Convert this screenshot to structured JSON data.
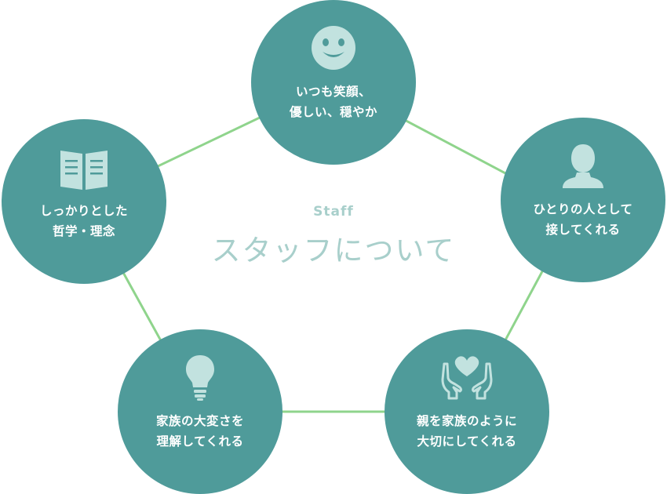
{
  "colors": {
    "node_fill": "#4f9b9a",
    "ring_stroke": "#8fd48c",
    "icon_fill": "#c2e2df",
    "center_text": "#a8cfcb",
    "label_text": "#ffffff"
  },
  "center": {
    "subtitle": "Staff",
    "title": "スタッフについて"
  },
  "nodes": [
    {
      "icon": "smile-face-icon",
      "lines": [
        "いつも笑顔、",
        "優しい、穏やか"
      ]
    },
    {
      "icon": "person-icon",
      "lines": [
        "ひとりの人として",
        "接してくれる"
      ]
    },
    {
      "icon": "hands-heart-icon",
      "lines": [
        "親を家族のように",
        "大切にしてくれる"
      ]
    },
    {
      "icon": "lightbulb-icon",
      "lines": [
        "家族の大変さを",
        "理解してくれる"
      ]
    },
    {
      "icon": "open-book-icon",
      "lines": [
        "しっかりとした",
        "哲学・理念"
      ]
    }
  ]
}
